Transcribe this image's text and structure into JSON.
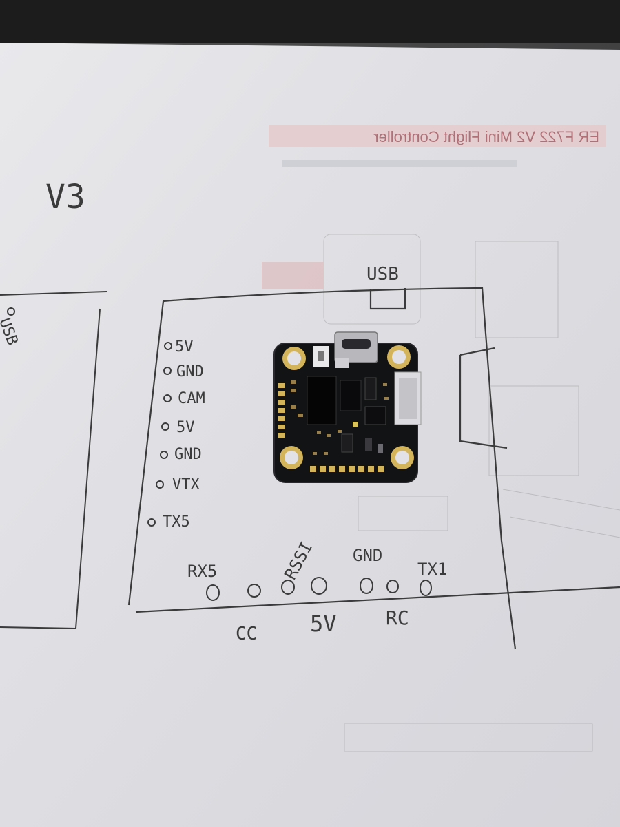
{
  "printed_header": "ER F722 V2 Mini Flight Controller",
  "version_label": "V3",
  "usb_label": "USB",
  "left_sketch_label": "USB",
  "left_pads": [
    "5V",
    "GND",
    "CAM",
    "5V",
    "GND",
    "VTX",
    "TX5"
  ],
  "top_row_labels": [
    "RX5",
    "RSSI",
    "GND",
    "TX1"
  ],
  "bottom_row_labels": [
    "CC",
    "5V",
    "RC"
  ],
  "colors": {
    "paper": "#e4e4e8",
    "pcb": "#111214",
    "gold_pad": "#d4b45a",
    "ink": "#3b3b3b",
    "print_red": "#c97a7a"
  }
}
